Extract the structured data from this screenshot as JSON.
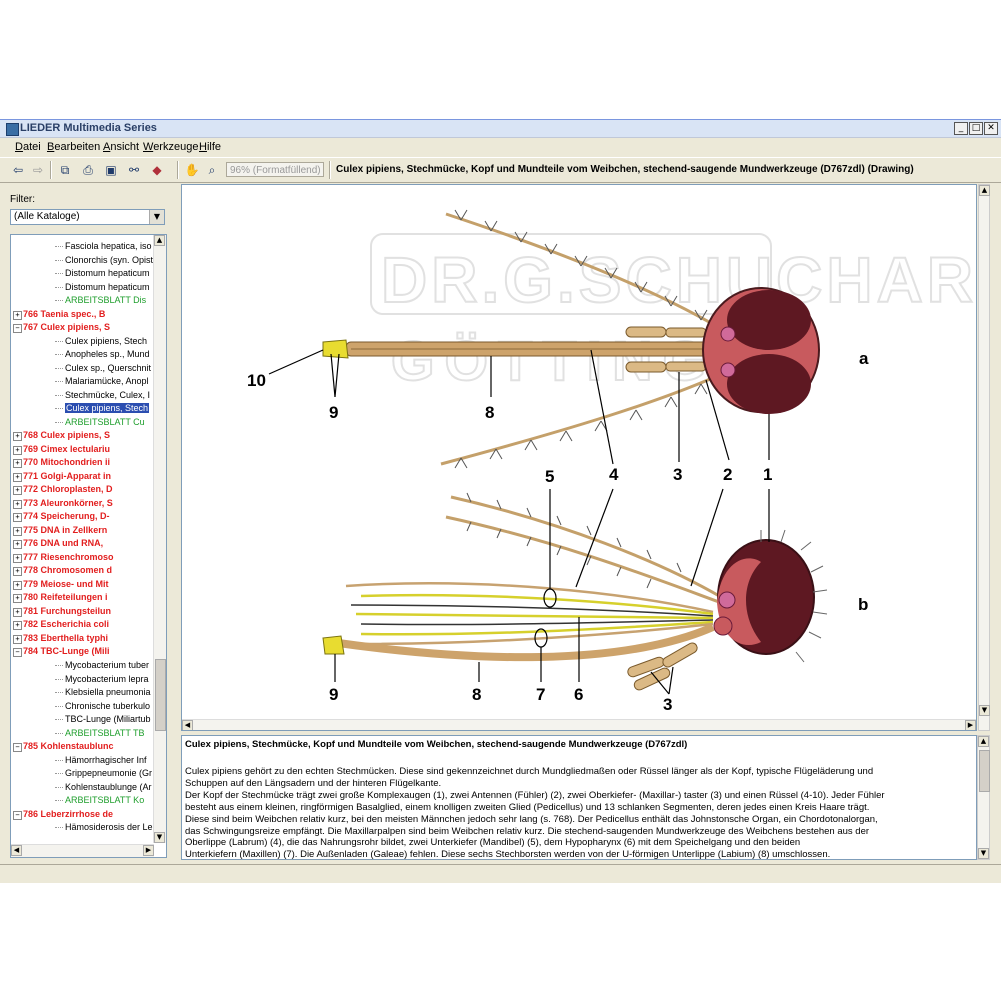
{
  "window": {
    "title": "LIEDER Multimedia Series",
    "controls": [
      "_",
      "□",
      "✕"
    ]
  },
  "menu": [
    "Datei",
    "Bearbeiten",
    "Ansicht",
    "Werkzeuge",
    "Hilfe"
  ],
  "toolbar": {
    "zoom": "96% (Formatfüllend)",
    "document_title": "Culex pipiens, Stechmücke, Kopf und Mundteile vom Weibchen, stechend-saugende Mundwerkzeuge  (D767zdl) (Drawing)"
  },
  "filter": {
    "label": "Filter:",
    "value": "(Alle Kataloge)"
  },
  "tree": [
    {
      "t": "leaf",
      "text": "Fasciola hepatica, iso"
    },
    {
      "t": "leaf",
      "text": "Clonorchis (syn. Opist"
    },
    {
      "t": "leaf",
      "text": "Distomum hepaticum"
    },
    {
      "t": "leaf",
      "text": "Distomum hepaticum"
    },
    {
      "t": "ws",
      "text": "ARBEITSBLATT Dis"
    },
    {
      "t": "cat",
      "pm": "+",
      "text": "766  Taenia spec., B"
    },
    {
      "t": "cat",
      "pm": "−",
      "text": "767  Culex pipiens, S"
    },
    {
      "t": "leaf",
      "text": "Culex pipiens, Stech"
    },
    {
      "t": "leaf",
      "text": "Anopheles sp., Mund"
    },
    {
      "t": "leaf",
      "text": "Culex sp., Querschnit"
    },
    {
      "t": "leaf",
      "text": "Malariamücke, Anopl"
    },
    {
      "t": "leaf",
      "text": "Stechmücke, Culex, I"
    },
    {
      "t": "sel",
      "text": "Culex pipiens, Stech"
    },
    {
      "t": "ws",
      "text": "ARBEITSBLATT Cu"
    },
    {
      "t": "cat",
      "pm": "+",
      "text": "768  Culex pipiens, S"
    },
    {
      "t": "cat",
      "pm": "+",
      "text": "769  Cimex lectulariu"
    },
    {
      "t": "cat",
      "pm": "+",
      "text": "770  Mitochondrien ii"
    },
    {
      "t": "cat",
      "pm": "+",
      "text": "771  Golgi-Apparat in"
    },
    {
      "t": "cat",
      "pm": "+",
      "text": "772  Chloroplasten, D"
    },
    {
      "t": "cat",
      "pm": "+",
      "text": "773  Aleuronkörner, S"
    },
    {
      "t": "cat",
      "pm": "+",
      "text": "774  Speicherung, D-"
    },
    {
      "t": "cat",
      "pm": "+",
      "text": "775  DNA in Zellkern"
    },
    {
      "t": "cat",
      "pm": "+",
      "text": "776  DNA und RNA,"
    },
    {
      "t": "cat",
      "pm": "+",
      "text": "777  Riesenchromoso"
    },
    {
      "t": "cat",
      "pm": "+",
      "text": "778  Chromosomen d"
    },
    {
      "t": "cat",
      "pm": "+",
      "text": "779  Meiose- und Mit"
    },
    {
      "t": "cat",
      "pm": "+",
      "text": "780  Reifeteilungen i"
    },
    {
      "t": "cat",
      "pm": "+",
      "text": "781  Furchungsteilun"
    },
    {
      "t": "cat",
      "pm": "+",
      "text": "782  Escherichia coli"
    },
    {
      "t": "cat",
      "pm": "+",
      "text": "783  Eberthella typhi"
    },
    {
      "t": "cat",
      "pm": "−",
      "text": "784  TBC-Lunge (Mili"
    },
    {
      "t": "leaf",
      "text": "Mycobacterium tuber"
    },
    {
      "t": "leaf",
      "text": "Mycobacterium lepra"
    },
    {
      "t": "leaf",
      "text": "Klebsiella pneumonia"
    },
    {
      "t": "leaf",
      "text": "Chronische tuberkulo"
    },
    {
      "t": "leaf",
      "text": "TBC-Lunge (Miliartub"
    },
    {
      "t": "ws",
      "text": "ARBEITSBLATT TB"
    },
    {
      "t": "cat",
      "pm": "−",
      "text": "785  Kohlenstaublunc"
    },
    {
      "t": "leaf",
      "text": "Hämorrhagischer Inf"
    },
    {
      "t": "leaf",
      "text": "Grippepneumonie (Gr"
    },
    {
      "t": "leaf",
      "text": "Kohlenstaublunge (Ar"
    },
    {
      "t": "ws",
      "text": "ARBEITSBLATT Ko"
    },
    {
      "t": "cat",
      "pm": "−",
      "text": "786  Leberzirrhose de"
    },
    {
      "t": "leaf",
      "text": "Hämosiderosis der Le"
    }
  ],
  "drawing": {
    "watermark": "DR.G.SCHUCHARDT GÖTTINGEN",
    "panel_labels": [
      "a",
      "b"
    ],
    "numbers_a": [
      "10",
      "9",
      "8",
      "4",
      "3",
      "2",
      "1"
    ],
    "numbers_b": [
      "5",
      "4",
      "2",
      "1",
      "9",
      "8",
      "7",
      "6",
      "3"
    ],
    "colors": {
      "eye": "#5e1822",
      "head": "#c85a5e",
      "mouthpart": "#c9a26a",
      "stylet": "#d6d02c"
    }
  },
  "text_panel": {
    "title": "Culex pipiens, Stechmücke, Kopf und Mundteile vom Weibchen, stechend-saugende Mundwerkzeuge  (D767zdl)",
    "lines": [
      "Culex pipiens gehört zu den echten Stechmücken. Diese sind gekennzeichnet durch Mundgliedmaßen oder Rüssel länger als der Kopf, typische Flügeläderung und",
      "Schuppen auf den Längsadern und der hinteren Flügelkante.",
      "Der Kopf der Stechmücke trägt zwei große Komplexaugen (1), zwei Antennen (Fühler) (2), zwei Oberkiefer- (Maxillar-) taster (3) und einen Rüssel (4-10). Jeder Fühler",
      "besteht aus einem kleinen, ringförmigen Basalglied, einem knolligen zweiten Glied (Pedicellus) und 13 schlanken Segmenten, deren jedes einen Kreis Haare trägt.",
      "Diese sind beim Weibchen relativ kurz, bei den meisten Männchen jedoch sehr lang (s. 768). Der Pedicellus enthält das Johnstonsche Organ, ein Chordotonalorgan,",
      "das Schwingungsreize empfängt. Die Maxillarpalpen sind beim Weibchen relativ kurz. Die stechend-saugenden Mundwerkzeuge des Weibchens bestehen aus der",
      "Oberlippe (Labrum) (4), die das Nahrungsrohr bildet, zwei Unterkiefer (Mandibel) (5), dem Hypopharynx (6) mit dem Speichelgang und den beiden",
      "Unterkiefern (Maxillen) (7). Die Außenladen (Galeae) fehlen. Diese sechs Stechborsten werden von der U-förmigen Unterlippe (Labium) (8) umschlossen."
    ]
  }
}
